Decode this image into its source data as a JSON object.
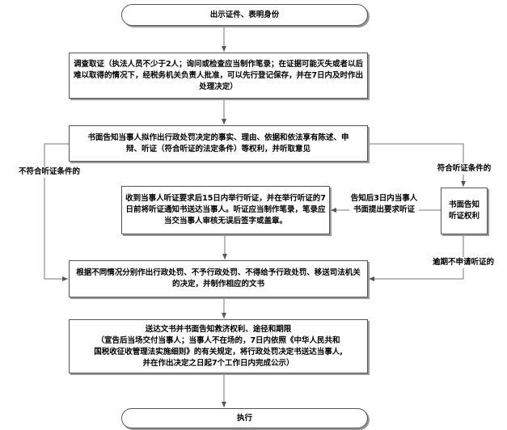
{
  "start": "出示证件、表明身份",
  "investigate": "调查取证（执法人员不少于2人；询问或检查应当制作笔录；在证据可能灭失或者以后难以取得的情况下，经税务机关负责人批准，可以先行登记保存，并在7日内及时作出处理决定）",
  "notify": "书面告知当事人拟作出行政处罚决定的事实、理由、依据和依法享有陈述、申辩、听证（符合听证的法定条件）等权利，并听取意见",
  "not_eligible": "不符合听证条件的",
  "eligible": "符合听证条件的",
  "hearing_notice": "书面告知听证权利",
  "request_label": "告知后3日内当事人书面提出要求听证",
  "hearing": "收到当事人听证要求后15日内举行听证，并在举行听证的7日前将听证通知书送达当事人。听证应当制作笔录，笔录应当交当事人审核无误后签字或盖章。",
  "overdue": "逾期不申请听证的",
  "decision": "根据不同情况分别作出行政处罚、不予行政处罚、不得给予行政处罚、移送司法机关的决定，并制作相应的文书",
  "deliver_title": "送达文书并书面告知救济权利、途径和期限",
  "deliver_body": "（宣告后当场交付当事人；当事人不在场的，7日内依照《中华人民共和国税收征收管理法实施细则》的有关规定，将行政处罚决定书送达当事人,并在作出决定之日起7个工作日内完成公示）",
  "end": "执行"
}
